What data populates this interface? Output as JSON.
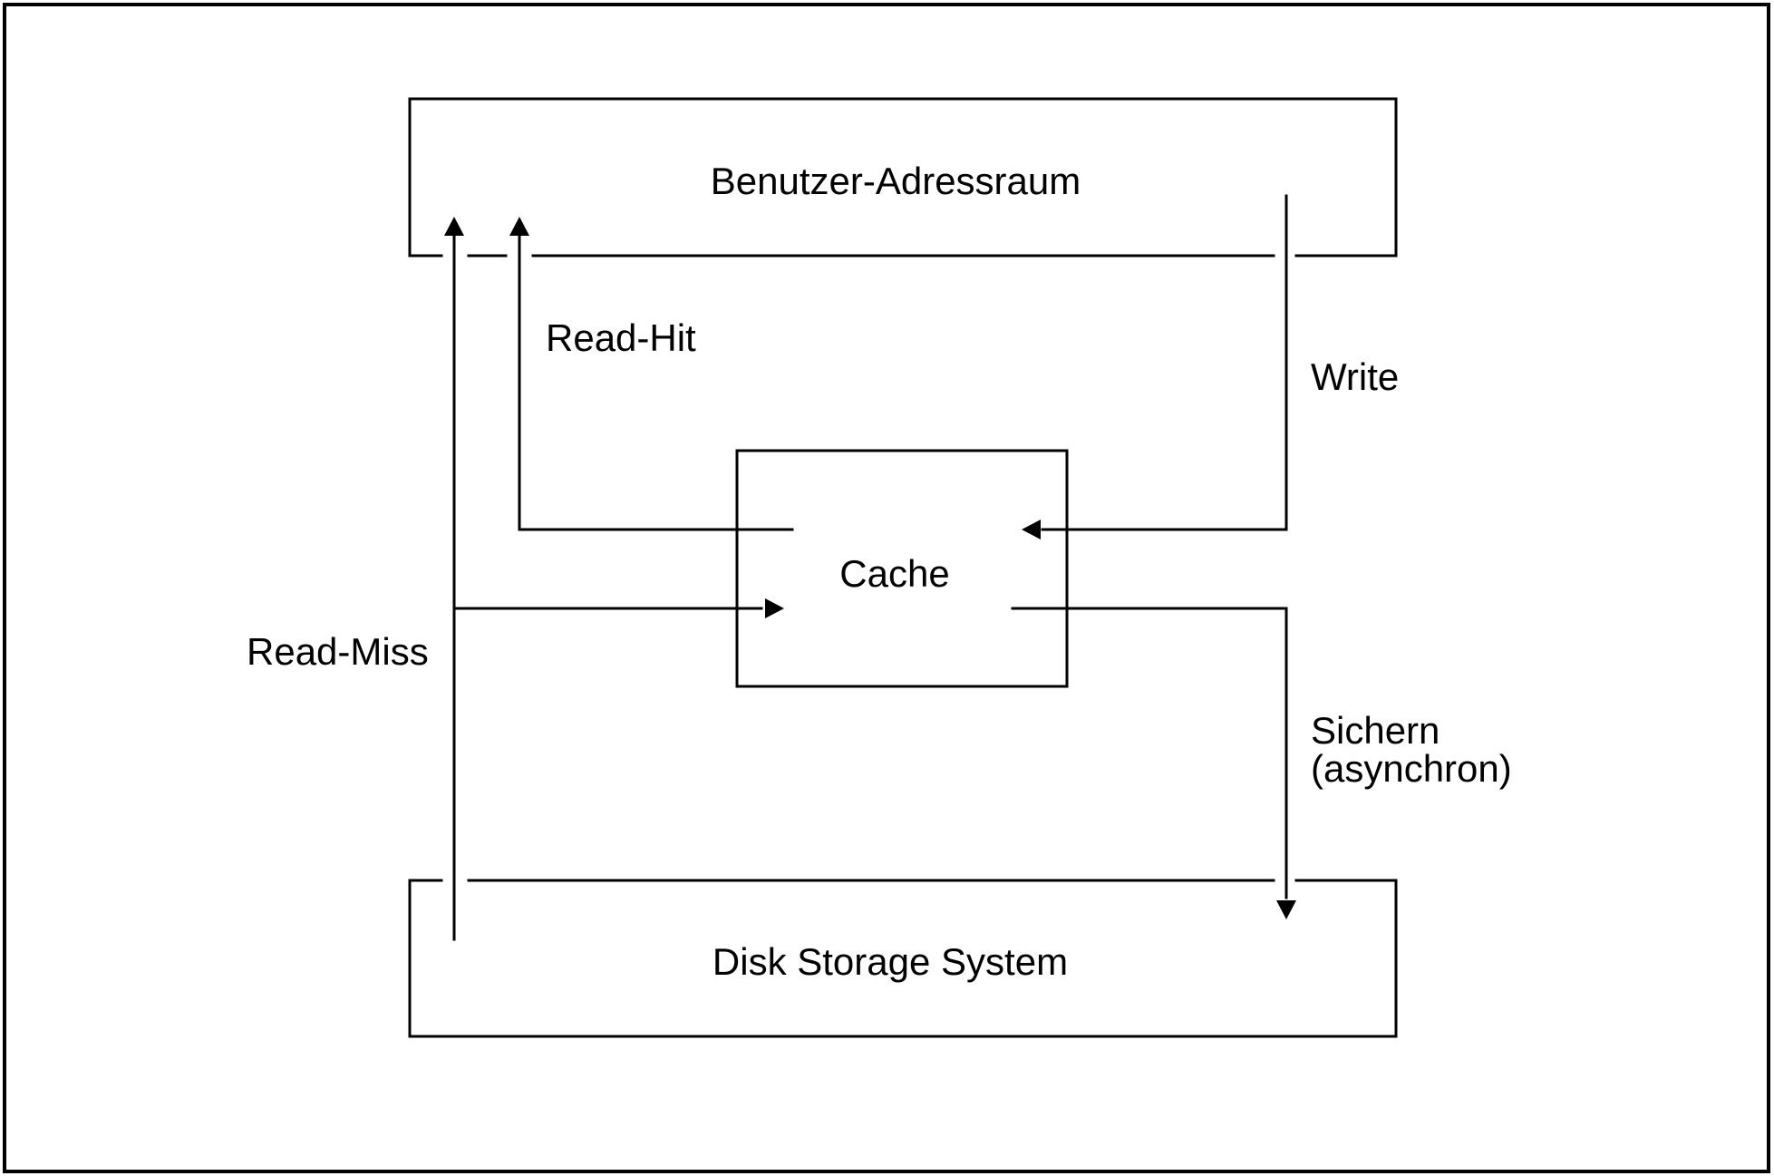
{
  "diagram": {
    "user_address_space": "Benutzer-Adressraum",
    "cache": "Cache",
    "disk_storage_system": "Disk Storage System",
    "read_hit": "Read-Hit",
    "read_miss": "Read-Miss",
    "write": "Write",
    "save_line1": "Sichern",
    "save_line2": "(asynchron)"
  },
  "colors": {
    "line": "#000000",
    "background": "#ffffff"
  }
}
